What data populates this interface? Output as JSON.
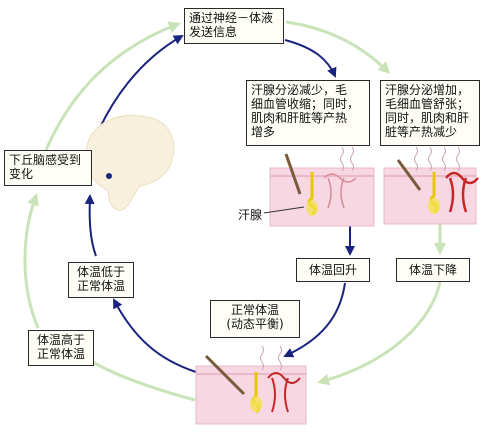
{
  "boxes": {
    "top": "通过神经－体液\n发送信息",
    "hypothalamus": "下丘脑感受到\n变化",
    "cold_response": "汗腺分泌减少，毛\n细血管收缩；同时，\n肌肉和肝脏等产热\n增多",
    "hot_response": "汗腺分泌增加，\n毛细血管舒张；\n同时，肌肉和肝\n脏等产热减少",
    "temp_rise": "体温回升",
    "temp_fall": "体温下降",
    "normal": "正常体温\n(动态平衡)",
    "below_normal": "体温低于\n正常体温",
    "above_normal": "体温高于\n正常体温"
  },
  "labels": {
    "sweat_gland": "汗腺"
  },
  "colors": {
    "outer_cycle_arrow": "#c9e3b8",
    "inner_cycle_arrow": "#1a237e",
    "skin": "#f7d7e2",
    "skin_edge": "#e9b8c8",
    "vessel": "#c62828",
    "gland": "#f2e14a",
    "hair": "#7a5a3a",
    "brain": "#f6f0dc",
    "heat_wave": "#c8a0b8"
  },
  "icons": [
    "brain-image",
    "skin-section-image",
    "heat-wave-icon",
    "arrow-icon"
  ]
}
